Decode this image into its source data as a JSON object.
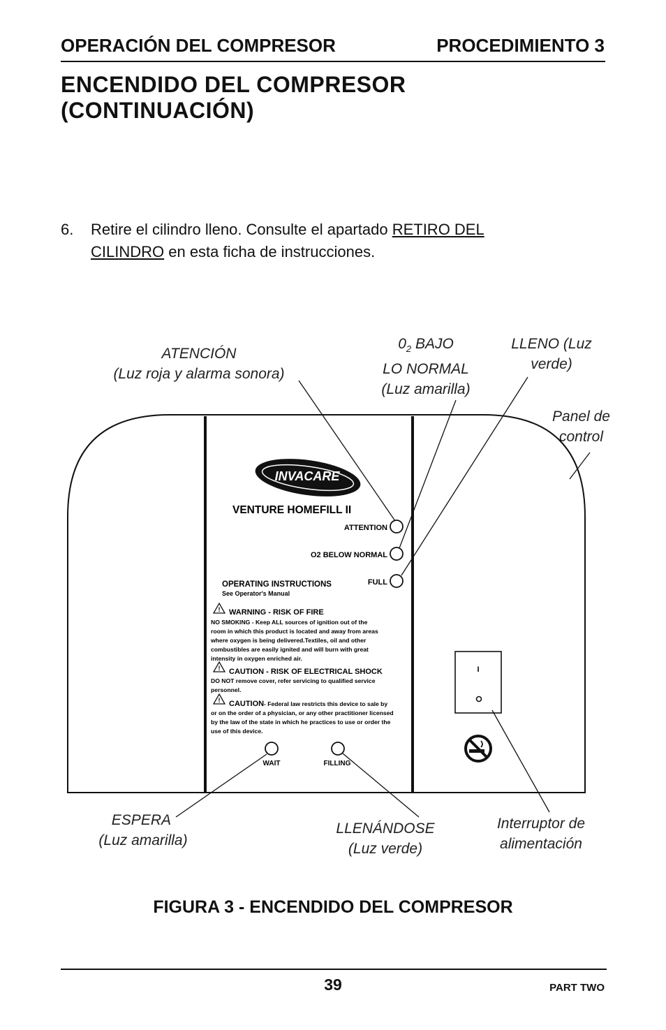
{
  "header": {
    "left": "OPERACIÓN DEL COMPRESOR",
    "right": "PROCEDIMIENTO 3"
  },
  "title": {
    "line1": "ENCENDIDO DEL COMPRESOR",
    "line2": "(CONTINUACIÓN)"
  },
  "step": {
    "number": "6.",
    "text_before": "Retire el cilindro lleno. Consulte el apartado ",
    "link_line1": "RETIRO DEL",
    "link_line2": "CILINDRO",
    "text_after": " en esta ficha de instrucciones."
  },
  "callouts": {
    "attention_title": "ATENCIÓN",
    "attention_sub": "(Luz roja y alarma sonora)",
    "o2_line1_num": "0",
    "o2_line1_sub": "2",
    "o2_line1_text": " BAJO",
    "o2_line2": "LO NORMAL",
    "o2_line3": "(Luz amarilla)",
    "full_line1": "LLENO (Luz",
    "full_line2": "verde)",
    "panel_line1": "Panel de",
    "panel_line2": "control",
    "wait_title": "ESPERA",
    "wait_sub": "(Luz amarilla)",
    "filling_title": "LLENÁNDOSE",
    "filling_sub": "(Luz verde)",
    "switch_line1": "Interruptor de",
    "switch_line2": "alimentación"
  },
  "panel": {
    "brand": "INVACARE",
    "model": "VENTURE HOMEFILL II",
    "led_attention": "ATTENTION",
    "led_o2": "O2 BELOW NORMAL",
    "led_full": "FULL",
    "op_title": "OPERATING INSTRUCTIONS",
    "op_sub": "See Operator's Manual",
    "warn1_title": "WARNING - RISK OF FIRE",
    "warn1_l1": "NO SMOKING - Keep ALL sources of ignition out of the",
    "warn1_l2": "room in which this product is located and away from areas",
    "warn1_l3": "where oxygen is being delivered.Textiles, oil and other",
    "warn1_l4": "combustibles are easily ignited and will burn with great",
    "warn1_l5": "intensity in oxygen enriched air.",
    "warn2_title": "CAUTION - RISK OF ELECTRICAL SHOCK",
    "warn2_l1": "DO NOT remove cover, refer servicing to qualified service",
    "warn2_l2": "personnel.",
    "warn3_title": "CAUTION",
    "warn3_l1_rest": " - Federal law restricts this device to sale by",
    "warn3_l2": "or on the order of a physician, or any other practitioner licensed",
    "warn3_l3": "by the law of the state in which he practices to use or order the",
    "warn3_l4": "use of this device.",
    "led_wait": "WAIT",
    "led_filling": "FILLING",
    "switch_on": "I",
    "switch_off": "O"
  },
  "figure_caption": "FIGURA 3 - ENCENDIDO DEL COMPRESOR",
  "footer": {
    "page_number": "39",
    "part": "PART TWO"
  }
}
